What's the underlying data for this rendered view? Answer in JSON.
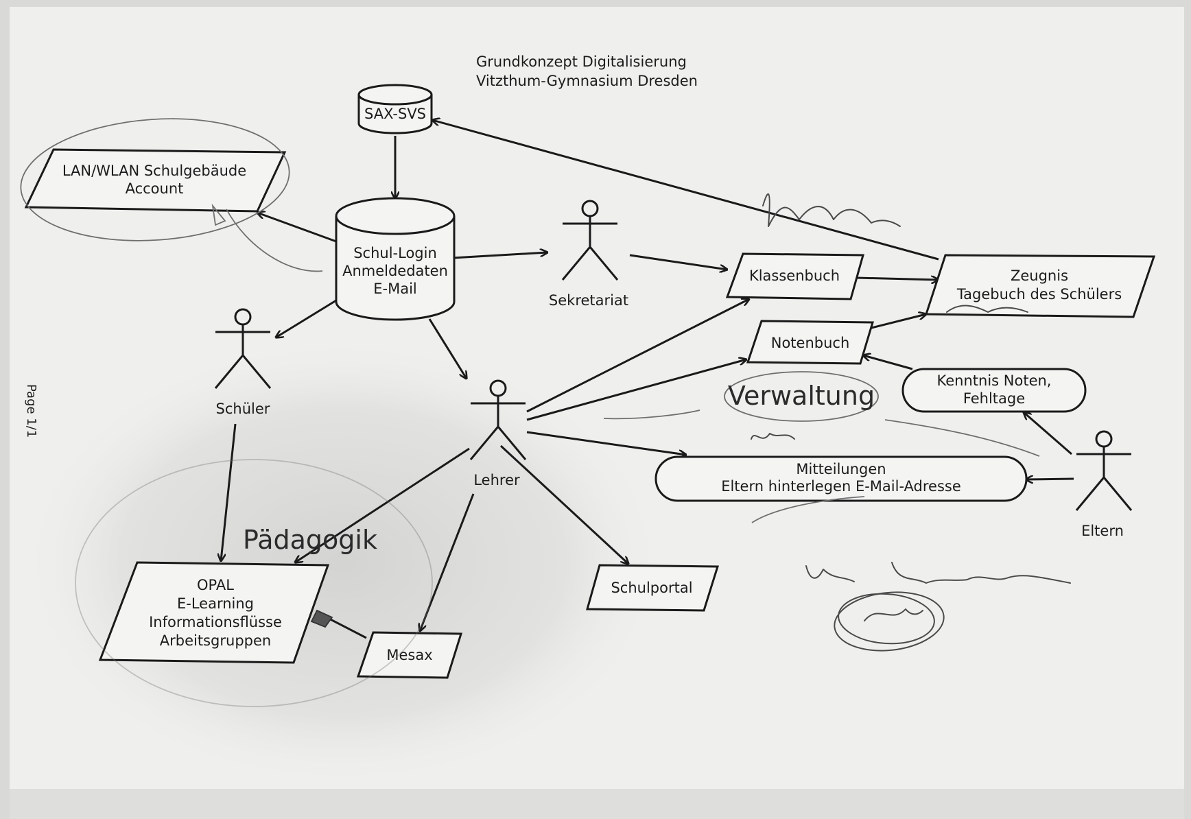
{
  "header": {
    "line1": "Grundkonzept Digitalisierung",
    "line2": "Vitzthum-Gymnasium Dresden"
  },
  "page_marker": "Page 1/1",
  "nodes": {
    "sax_svs": "SAX-SVS",
    "lan_wlan": [
      "LAN/WLAN Schulgebäude",
      "Account"
    ],
    "schul_login": [
      "Schul-Login",
      "Anmeldedaten",
      "E-Mail"
    ],
    "klassenbuch": "Klassenbuch",
    "notenbuch": "Notenbuch",
    "zeugnis": [
      "Zeugnis",
      "Tagebuch des Schülers"
    ],
    "kenntnis": [
      "Kenntnis Noten,",
      "Fehltage"
    ],
    "mitteilungen": [
      "Mitteilungen",
      "Eltern hinterlegen E-Mail-Adresse"
    ],
    "opal": [
      "OPAL",
      "E-Learning",
      "Informationsflüsse",
      "Arbeitsgruppen"
    ],
    "mesax": "Mesax",
    "schulportal": "Schulportal"
  },
  "actors": {
    "sekretariat": "Sekretariat",
    "schueler": "Schüler",
    "lehrer": "Lehrer",
    "eltern": "Eltern"
  },
  "groups": {
    "verwaltung": "Verwaltung",
    "paedagogik": "Pädagogik"
  },
  "colors": {
    "paper": "#f1f1ef",
    "ink": "#1a1a1a",
    "pencil": "#5a5a5a"
  }
}
